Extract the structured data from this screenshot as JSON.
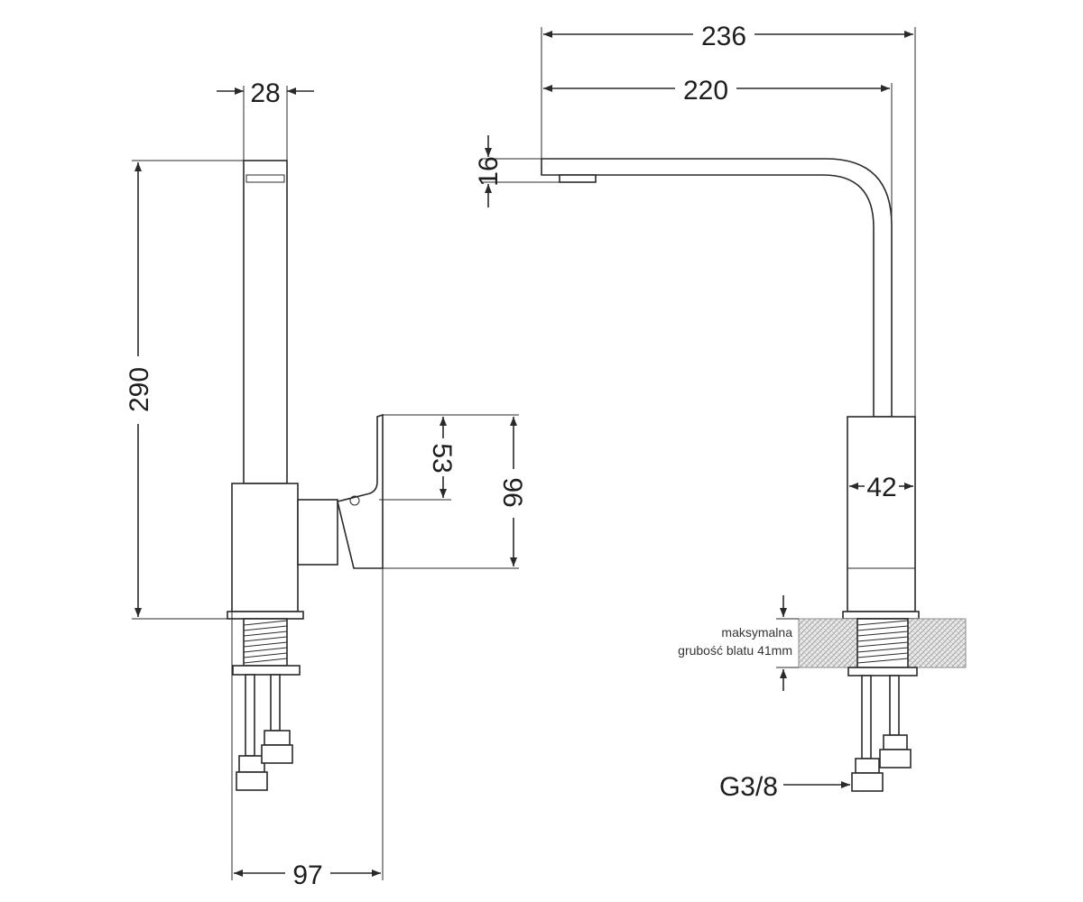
{
  "dimensions": {
    "width_top": "28",
    "height_total": "290",
    "lever_upper": "53",
    "lever_height": "96",
    "base_depth": "97",
    "reach_total": "236",
    "reach_spout": "220",
    "spout_thickness": "16",
    "body_diameter": "42"
  },
  "notes": {
    "countertop_line1": "maksymalna",
    "countertop_line2": "grubość blatu 41mm",
    "connection": "G3/8"
  }
}
